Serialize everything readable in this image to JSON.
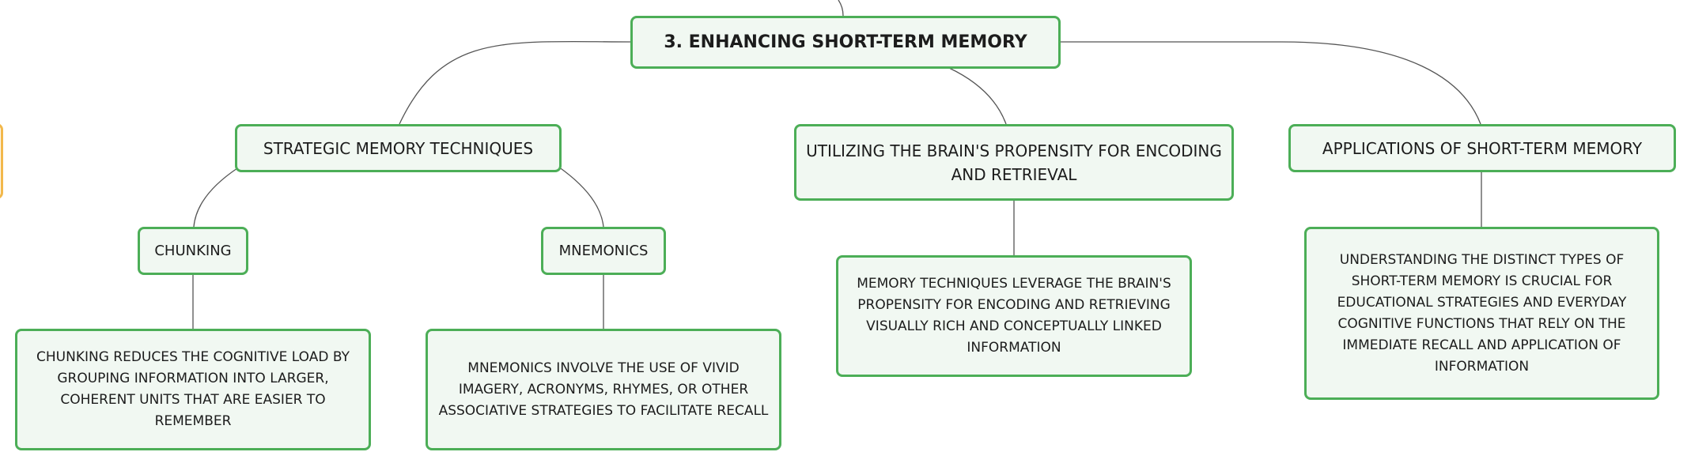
{
  "diagram": {
    "root": {
      "label": "3. ENHANCING SHORT-TERM MEMORY"
    },
    "branches": [
      {
        "label": "STRATEGIC MEMORY TECHNIQUES",
        "children": [
          {
            "label": "CHUNKING",
            "detail": "CHUNKING REDUCES THE COGNITIVE LOAD BY GROUPING INFORMATION INTO LARGER, COHERENT UNITS THAT ARE EASIER TO REMEMBER"
          },
          {
            "label": "MNEMONICS",
            "detail": "MNEMONICS INVOLVE THE USE OF VIVID IMAGERY, ACRONYMS, RHYMES, OR OTHER ASSOCIATIVE STRATEGIES TO FACILITATE RECALL"
          }
        ]
      },
      {
        "label": "UTILIZING THE BRAIN'S PROPENSITY FOR ENCODING AND RETRIEVAL",
        "detail": "MEMORY TECHNIQUES LEVERAGE THE BRAIN'S PROPENSITY FOR ENCODING AND RETRIEVING VISUALLY RICH AND CONCEPTUALLY LINKED INFORMATION"
      },
      {
        "label": "APPLICATIONS OF SHORT-TERM MEMORY",
        "detail": "UNDERSTANDING THE DISTINCT TYPES OF SHORT-TERM MEMORY IS CRUCIAL FOR EDUCATIONAL STRATEGIES AND EVERYDAY COGNITIVE FUNCTIONS THAT RELY ON THE IMMEDIATE RECALL AND APPLICATION OF INFORMATION"
      }
    ]
  },
  "colors": {
    "node_border": "#4cae57",
    "node_fill": "#f1f8f2",
    "connector": "#555555",
    "offscreen_node_border": "#f2b84b"
  }
}
